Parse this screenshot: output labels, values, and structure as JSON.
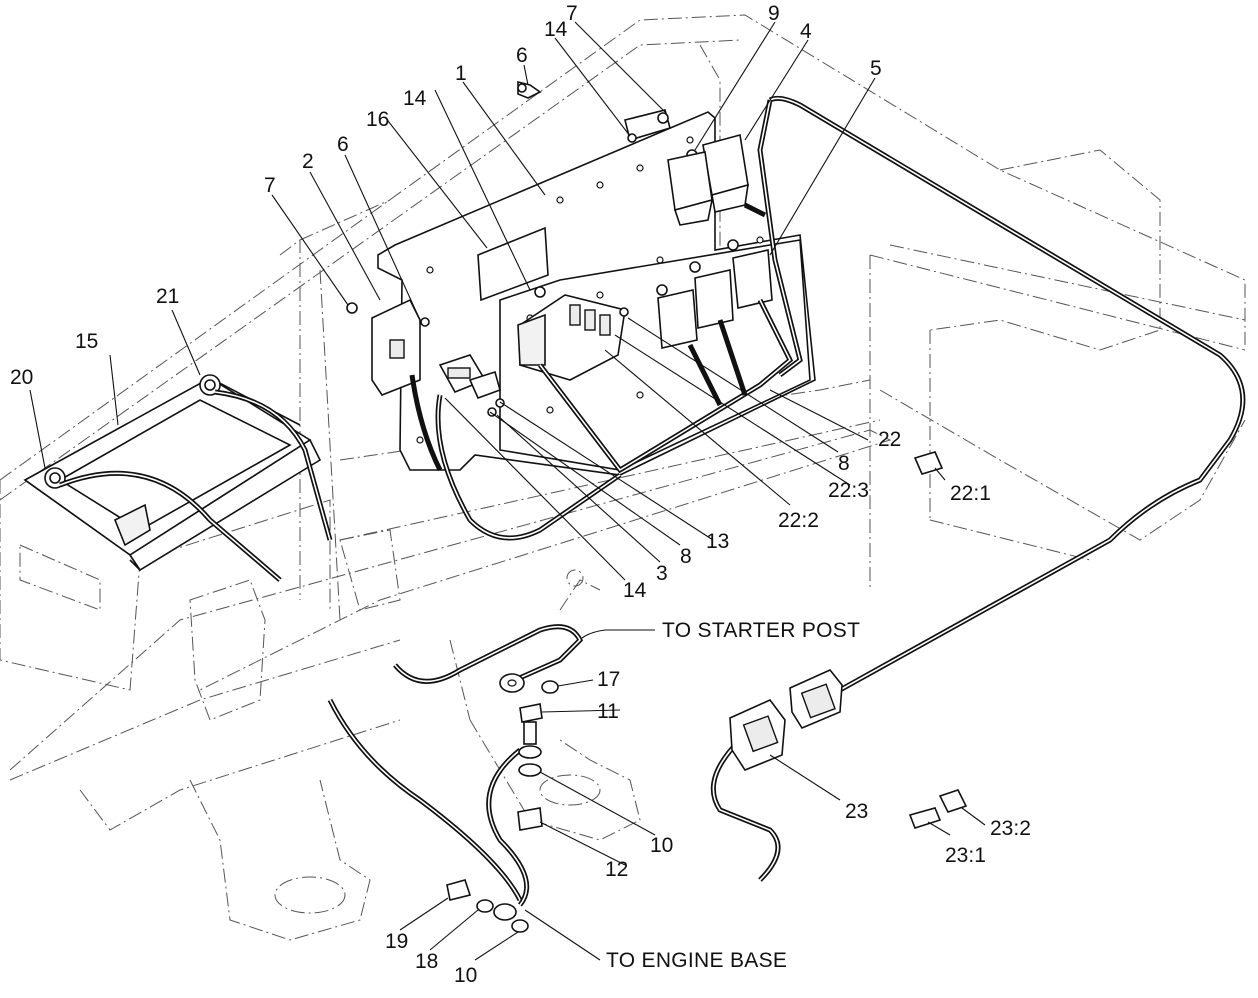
{
  "labels": {
    "starter": "TO STARTER POST",
    "engine": "TO ENGINE BASE"
  },
  "callouts": {
    "c1": "1",
    "c2": "2",
    "c3": "3",
    "c4": "4",
    "c5": "5",
    "c6a": "6",
    "c6b": "6",
    "c7a": "7",
    "c7b": "7",
    "c8a": "8",
    "c8b": "8",
    "c9": "9",
    "c10a": "10",
    "c10b": "10",
    "c11": "11",
    "c12": "12",
    "c13": "13",
    "c14a": "14",
    "c14b": "14",
    "c14c": "14",
    "c15": "15",
    "c16": "16",
    "c17": "17",
    "c18": "18",
    "c19": "19",
    "c20": "20",
    "c21": "21",
    "c22": "22",
    "c22_1": "22:1",
    "c22_2": "22:2",
    "c22_3": "22:3",
    "c23": "23",
    "c23_1": "23:1",
    "c23_2": "23:2"
  }
}
